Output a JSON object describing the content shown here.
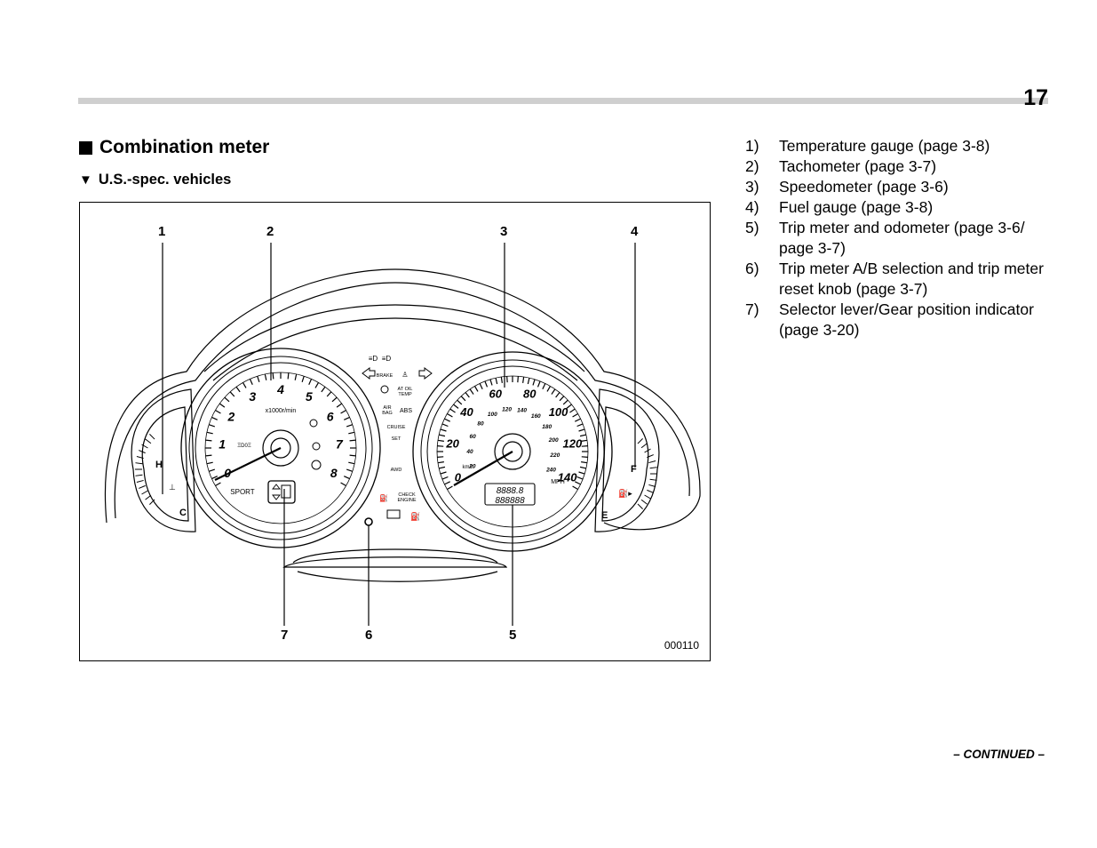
{
  "page_number": "17",
  "section_title": "Combination meter",
  "subsection_title": "U.S.-spec. vehicles",
  "figure": {
    "callouts": [
      "1",
      "2",
      "3",
      "4",
      "7",
      "6",
      "5"
    ],
    "code": "000110",
    "tach_numbers": [
      "0",
      "1",
      "2",
      "3",
      "4",
      "5",
      "6",
      "7",
      "8"
    ],
    "tach_unit": "x1000r/min",
    "sport_label": "SPORT",
    "speed_mph": [
      "0",
      "20",
      "40",
      "60",
      "80",
      "100",
      "120",
      "140"
    ],
    "speed_kmh": [
      "20",
      "40",
      "60",
      "80",
      "100",
      "120",
      "140",
      "160",
      "180",
      "200",
      "220",
      "240"
    ],
    "mph_label": "MPH",
    "kmh_label": "km/h",
    "odo_top": "8888.8",
    "odo_bottom": "888888",
    "temp_hot": "H",
    "temp_cold": "C",
    "fuel_full": "F",
    "fuel_empty": "E",
    "indicators": {
      "brake": "BRAKE",
      "af_oil_temp_1": "AT OIL",
      "af_oil_temp_2": "TEMP",
      "airbag_1": "AIR",
      "airbag_2": "BAG",
      "abs": "ABS",
      "cruise": "CRUISE",
      "set": "SET",
      "awd": "AWD",
      "check_engine_1": "CHECK",
      "check_engine_2": "ENGINE"
    }
  },
  "legend": [
    {
      "num": "1)",
      "text": "Temperature gauge (page 3-8)"
    },
    {
      "num": "2)",
      "text": "Tachometer (page 3-7)"
    },
    {
      "num": "3)",
      "text": "Speedometer (page 3-6)"
    },
    {
      "num": "4)",
      "text": "Fuel gauge (page 3-8)"
    },
    {
      "num": "5)",
      "text": "Trip meter and odometer (page 3-6/ page 3-7)"
    },
    {
      "num": "6)",
      "text": "Trip meter A/B selection and trip meter reset knob (page 3-7)"
    },
    {
      "num": "7)",
      "text": "Selector lever/Gear position indicator (page 3-20)"
    }
  ],
  "continued": "– CONTINUED –"
}
